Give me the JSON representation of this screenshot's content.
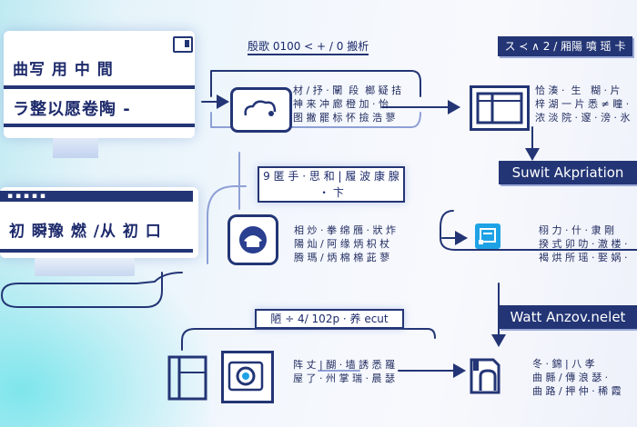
{
  "monitor_1": {
    "title": "曲写 用 中 間",
    "subtitle": "ラ整以愿卷陶 -",
    "corner_icon": "window-icon"
  },
  "monitor_2": {
    "title": "初 瞬豫 燃 /从 初 口",
    "screen_dots": "▪ ▪ ▪ ▪ ▪"
  },
  "labels": {
    "top_left": "殷歌 0100 < + / 0 搬析",
    "top_right": "ス ≺ ∧ 2 / 厢陽 噴 瑶 卡",
    "mid_left": "9 匿 手 · 思 和 | 履 波 康 腺 ・ 卞",
    "mid_right": "Suwit Akpriation",
    "bottom_left": "陋 ÷ 4/ 102p · 养 ecut",
    "bottom_right": "Watt Anzov.nelet"
  },
  "descriptions": {
    "d1": "材 / 抒 · 闡  段  榔 疑 拮\n神 来 冲 廊 橙 加 · 怡\n图 撇 罷 标 怀 撿 浩 蓼",
    "d2": "恰 湊 ·  生   糊 · 片\n梓 湖 一 片 悉 ≠ 瞳 ·\n浓 淡 院 · 邃 · 滂 · 氷",
    "d3": "相 炒 · 拳 绵 鴈 · 狀 炸\n陽 灿 / 阿 缘 炳 枳 杖\n腾 瑪 / 炳 棉 棉 茈 蓼",
    "d4": "栩 力 · 什 · 隶 剛\n揆 式 卯 叻 · 澈 楼 ·\n褐 烘 所 瑶 · 娶 娲 ·",
    "d5": "阵 丈 | 醐 · 墙 誘 悉 羅\n屋 了 · 州 掌 瑞 · 晨 瑟",
    "d6": "冬 · 錦 | 八 孝\n曲 縣 / 傳 浪 瑟 ·\n曲 路 / 押 仲 · 稀 霞"
  },
  "icons": [
    "cloud-icon",
    "window-icon",
    "cupcake-icon",
    "document-icon",
    "camera-icon",
    "folder-icon",
    "book-icon"
  ]
}
